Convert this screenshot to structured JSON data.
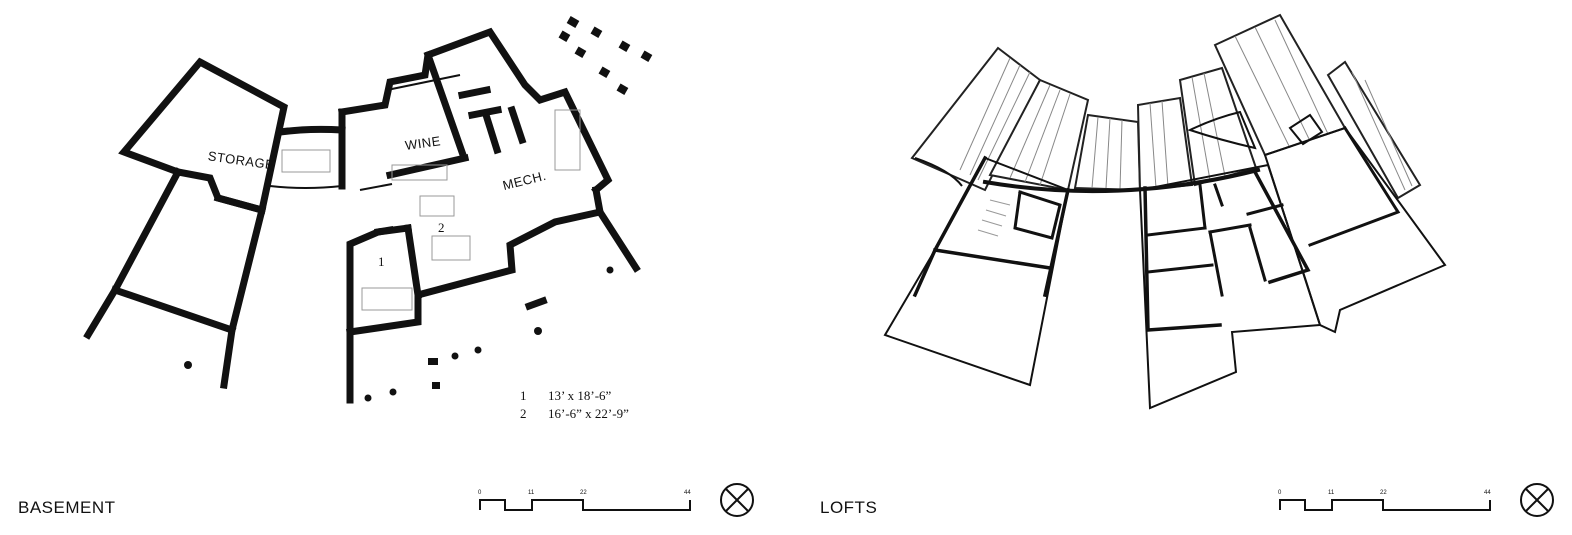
{
  "basement": {
    "title": "BASEMENT",
    "rooms": {
      "storage": "STORAGE",
      "wine": "WINE",
      "mech": "MECH.",
      "room1": "1",
      "room2": "2"
    },
    "legend": [
      {
        "num": "1",
        "dims": "13’ x 18’-6”"
      },
      {
        "num": "2",
        "dims": "16’-6” x 22’-9”"
      }
    ],
    "scale_ticks": [
      "0",
      "11",
      "22",
      "44"
    ]
  },
  "lofts": {
    "title": "LOFTS",
    "scale_ticks": [
      "0",
      "11",
      "22",
      "44"
    ]
  }
}
